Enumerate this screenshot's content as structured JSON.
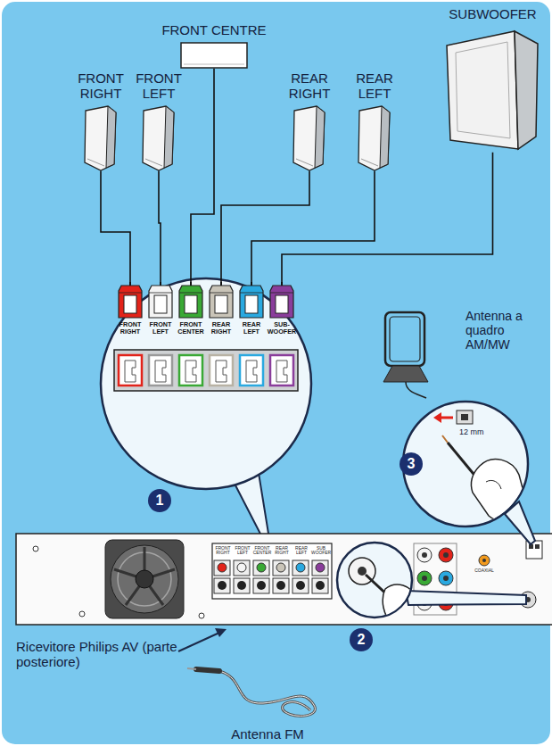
{
  "diagram": {
    "nodes": [
      {
        "text": [
          "FRONT CENTRE"
        ]
      },
      {
        "text": [
          "SUBWOOFER"
        ]
      },
      {
        "text": [
          "FRONT RIGHT"
        ]
      },
      {
        "text": [
          "FRONT LEFT"
        ]
      },
      {
        "text": [
          "REAR RIGHT"
        ]
      },
      {
        "text": [
          "REAR LEFT"
        ]
      },
      {
        "text": [
          "FRONT RIGHT"
        ]
      },
      {
        "text": [
          "FRONT LEFT"
        ]
      },
      {
        "text": [
          "FRONT CENTER"
        ]
      },
      {
        "text": [
          "REAR RIGHT"
        ]
      },
      {
        "text": [
          "REAR LEFT"
        ]
      },
      {
        "text": [
          "SUB- WOOFER"
        ]
      }
    ],
    "edges": [
      {
        "from": 0,
        "to": 8,
        "arrow": "none"
      },
      {
        "from": 1,
        "to": 11,
        "arrow": "none"
      },
      {
        "from": 2,
        "to": 6,
        "arrow": "none"
      },
      {
        "from": 3,
        "to": 7,
        "arrow": "none"
      },
      {
        "from": 4,
        "to": 9,
        "arrow": "none"
      },
      {
        "from": 5,
        "to": 10,
        "arrow": "none"
      }
    ],
    "labels": [
      "1",
      "Antenna a quadro AM/MW",
      "12 mm",
      "3",
      "FRONT RIGHT",
      "FRONT LEFT",
      "FRONT CENTER",
      "REAR RIGHT",
      "REAR LEFT",
      "SUB WOOFER",
      "COAXIAL",
      "2",
      "Ricevitore Philips AV (parte posteriore)",
      "Antenna FM"
    ]
  }
}
